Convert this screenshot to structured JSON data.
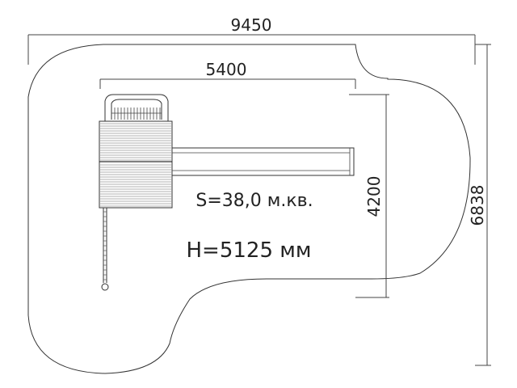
{
  "dimensions": {
    "overall_width": "9450",
    "equipment_width": "5400",
    "equipment_height": "4200",
    "overall_height": "6838"
  },
  "labels": {
    "area": "S=38,0 м.кв.",
    "height": "H=5125 мм"
  }
}
